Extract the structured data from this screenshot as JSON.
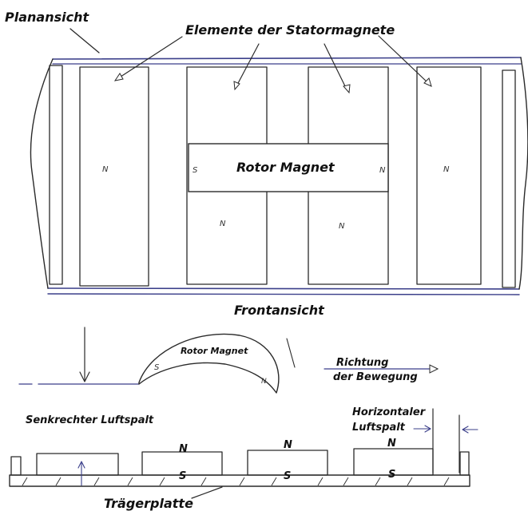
{
  "labels": {
    "plan_view": "Planansicht",
    "stator_elements": "Elemente der Statormagnete",
    "rotor_magnet": "Rotor Magnet",
    "front_view": "Frontansicht",
    "rotor_magnet_front": "Rotor Magnet",
    "direction_line1": "Richtung",
    "direction_line2": "der Bewegung",
    "vertical_gap": "Senkrechter Luftspalt",
    "horizontal_gap_line1": "Horizontaler",
    "horizontal_gap_line2": "Luftspalt",
    "carrier_plate": "Trägerplatte"
  },
  "plan_poles": {
    "stator1": "N",
    "rotor_left": "S",
    "rotor_right": "N",
    "stator4": "N",
    "stator2_lower": "N",
    "stator3_lower": "N"
  },
  "front_poles": {
    "arc_s": "S",
    "arc_n": "N",
    "block_n1": "N",
    "block_n2": "N",
    "block_n3": "N",
    "block_s1": "S",
    "block_s2": "S",
    "block_s3": "S"
  },
  "colors": {
    "ink": "#2a2a2a",
    "blue_ink": "#3b3f8a",
    "paper": "#ffffff"
  }
}
